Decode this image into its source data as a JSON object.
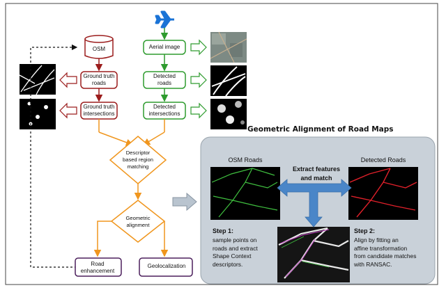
{
  "pipeline": {
    "osm": "OSM",
    "ground_truth_roads": "Ground truth\nroads",
    "ground_truth_intersections": "Ground truth\nintersections",
    "aerial_image": "Aerial image",
    "detected_roads": "Detected\nroads",
    "detected_intersections": "Detected\nintersections",
    "descriptor_matching": "Descriptor\nbased region\nmatching",
    "geometric_alignment": "Geometric\nalignment",
    "road_enhancement": "Road\nenhancement",
    "geolocalization": "Geolocalization"
  },
  "panel": {
    "title": "Geometric Alignment of Road Maps",
    "osm_roads": "OSM Roads",
    "detected_roads": "Detected Roads",
    "extract": "Extract features\nand match",
    "step1_title": "Step 1:",
    "step1_text": "sample points on\nroads and extract\nShape Context\ndescriptors.",
    "step2_title": "Step 2:",
    "step2_text": "Align by fitting an\naffine transformation\nfrom candidate matches\nwith RANSAC."
  },
  "colors": {
    "osm_branch": "#9b1c1c",
    "detected_branch": "#2e9b2e",
    "match_branch": "#f0961e",
    "output_box": "#4b1f5c",
    "panel_bg": "#c9d1d9",
    "arrow_blue": "#4a86c8"
  },
  "icons": [
    "airplane-icon"
  ]
}
